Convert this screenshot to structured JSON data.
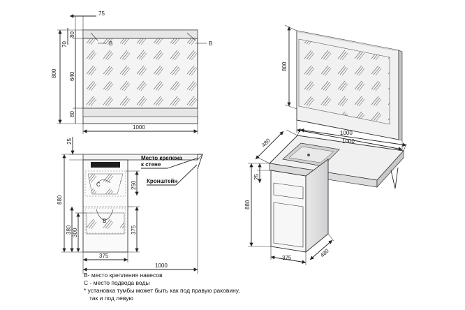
{
  "dimensions": {
    "mirror_front_top_offset": "75",
    "mirror_front_top_band": "80",
    "mirror_front_mount_height": "70",
    "mirror_front_total_height": "800",
    "mirror_front_glass_height": "640",
    "mirror_front_bottom_band": "80",
    "mirror_front_width": "1000",
    "mirror_iso_height": "800",
    "mirror_iso_width": "1000",
    "basin_top_offset": "25",
    "basin_total_height": "880",
    "basin_water_height": "250",
    "basin_lower_offset": "375",
    "basin_left_380": "380",
    "basin_left_300": "300",
    "basin_cabinet_width": "375",
    "basin_total_width": "1000",
    "iso_depth": "480",
    "iso_width": "1000",
    "iso_top_25": "25",
    "iso_height": "880",
    "iso_cabinet_width": "375",
    "iso_cabinet_depth": "480"
  },
  "markers": {
    "b_left": "В",
    "b_right": "В",
    "c_marker": "C",
    "b_marker": "В"
  },
  "callouts": {
    "mount_place": "Место крепежа",
    "mount_place_2": "к стене",
    "bracket": "Кронштейн"
  },
  "notes": [
    "В- место крепления навесов",
    "С - место подвода воды",
    "* установка тумбы может быть как под правую раковину,",
    "так и под левую"
  ]
}
